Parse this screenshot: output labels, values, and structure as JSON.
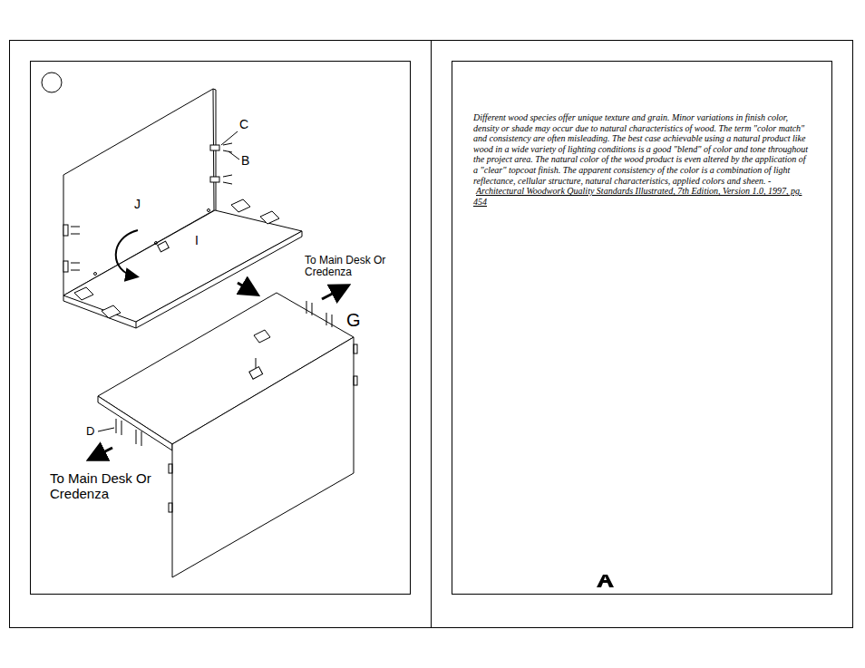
{
  "diagram": {
    "labels": [
      "C",
      "B",
      "J",
      "I",
      "To Main Desk Or Credenza",
      "G",
      "D",
      "To Main Desk Or Credenza",
      "Different wood species offer unique texture and grain.  Minor variations in finish color, density or shade may occur due to natural characteristics of wood.  The term \"color match\" and consistency are often misleading.  The best case achievable using a natural product like wood in a wide variety of lighting conditions is a good \"blend\" of color and tone throughout the project area.  The natural color of the wood product is even altered by the application of a \"clear\" topcoat finish.  The apparent consistency of the color is a combination of light reflectance, cellular structure, natural characteristics, applied colors and sheen. -",
      "Architectural Woodwork Quality Standards Illustrated, 7th Edition, Version 1.0, 1997, pg. 454"
    ]
  }
}
